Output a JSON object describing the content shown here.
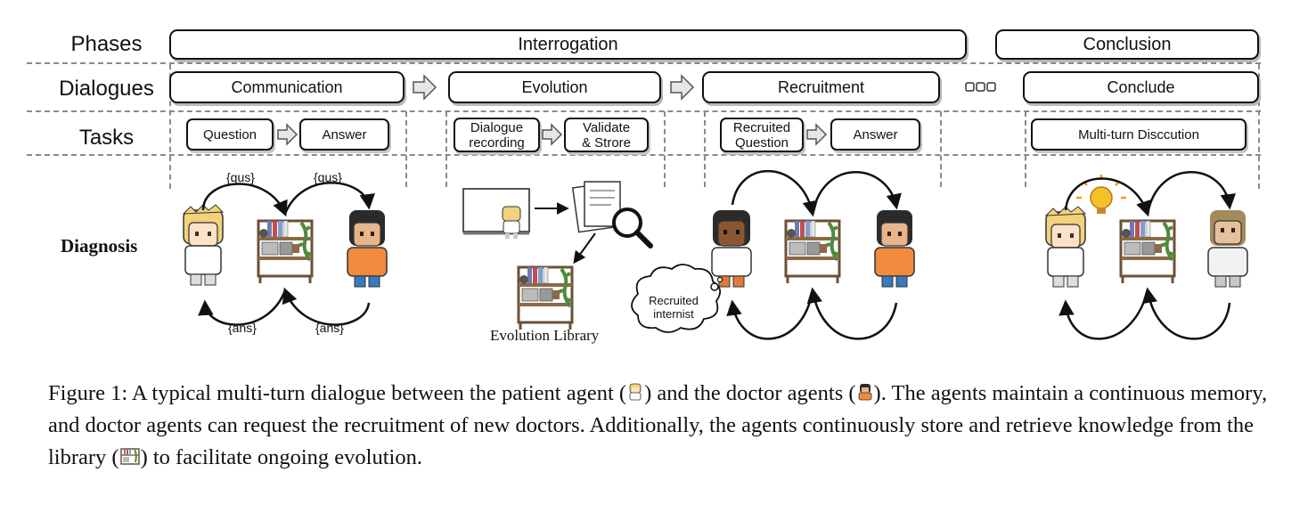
{
  "rows": {
    "phases": "Phases",
    "dialogues": "Dialogues",
    "tasks": "Tasks",
    "diagnosis": "Diagnosis"
  },
  "phases": {
    "interrogation": "Interrogation",
    "conclusion": "Conclusion"
  },
  "dialogues": {
    "communication": "Communication",
    "evolution": "Evolution",
    "recruitment": "Recruitment",
    "conclude": "Conclude"
  },
  "tasks": {
    "question": "Question",
    "answer1": "Answer",
    "dialogue_recording_1": "Dialogue",
    "dialogue_recording_2": "recording",
    "validate_store_1": "Validate",
    "validate_store_2": "& Strore",
    "recruited_question_1": "Recruited",
    "recruited_question_2": "Question",
    "answer2": "Answer",
    "multi_turn": "Multi-turn Disccution"
  },
  "diagnosis": {
    "qus1": "{qus}",
    "qus2": "{qus}",
    "ans1": "{ans}",
    "ans2": "{ans}",
    "evolution_library": "Evolution Library",
    "bubble_1": "Recruited",
    "bubble_2": "internist"
  },
  "caption": {
    "part1": "Figure 1:  A typical multi-turn dialogue between the patient agent (",
    "part2": ") and the doctor agents (",
    "part3": ").  The agents maintain a continuous memory, and doctor agents can request the recruitment of new doctors. Additionally, the agents continuously store and retrieve knowledge from the library (",
    "part4": ") to facilitate ongoing evolution."
  },
  "colors": {
    "patient_hair": "#f2d27a",
    "doctor_shirt": "#f08a3c",
    "doctor_hair": "#2b2b2b",
    "shelf_wood": "#8b6a45",
    "plant_green": "#4f8a3c",
    "bulb_yellow": "#f5c12b"
  }
}
